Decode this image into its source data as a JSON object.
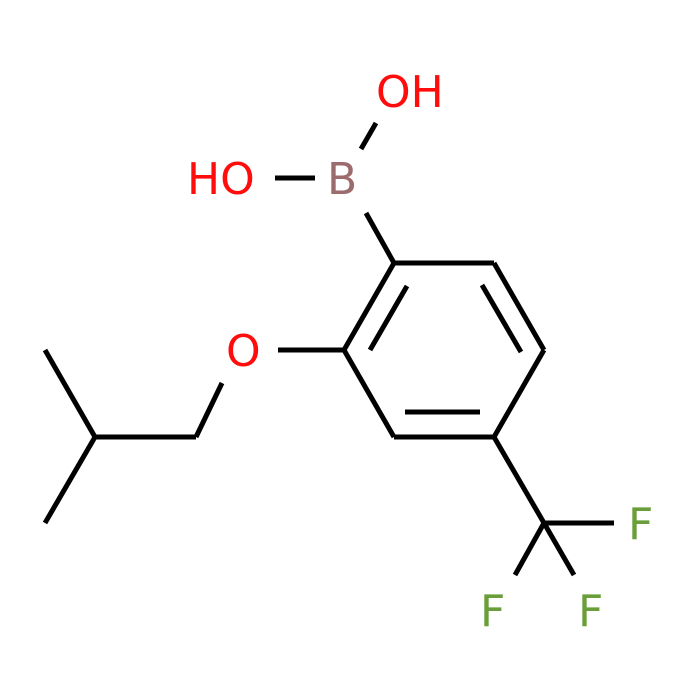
{
  "diagram": {
    "type": "chemical-structure",
    "atoms": {
      "oh_top": {
        "label": "OH",
        "color": "#ff0d0d"
      },
      "ho_left": {
        "label": "HO",
        "color": "#ff0d0d"
      },
      "boron": {
        "label": "B",
        "color": "#9c6b6b"
      },
      "ether_oxygen": {
        "label": "O",
        "color": "#ff0d0d"
      },
      "fluorine_right": {
        "label": "F",
        "color": "#6a9e3a"
      },
      "fluorine_bottom_left": {
        "label": "F",
        "color": "#6a9e3a"
      },
      "fluorine_bottom_right": {
        "label": "F",
        "color": "#6a9e3a"
      }
    },
    "bond_color": "#000000"
  }
}
